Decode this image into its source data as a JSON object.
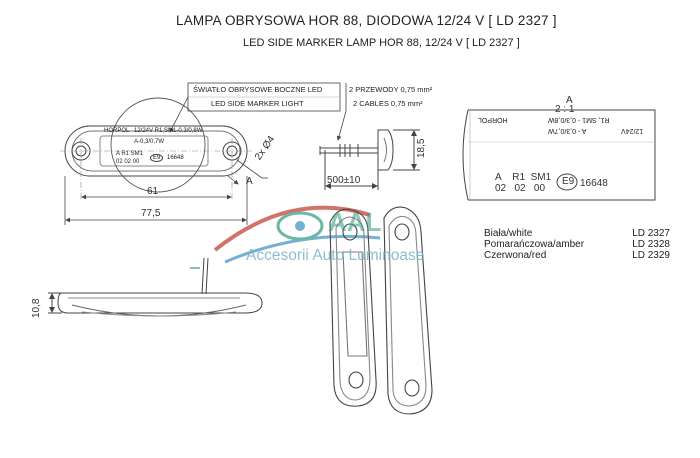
{
  "header": {
    "title": "LAMPA OBRYSOWA HOR 88, DIODOWA 12/24 V [ LD 2327 ]",
    "subtitle": "LED SIDE MARKER LAMP HOR 88, 12/24 V [ LD 2327 ]"
  },
  "callouts": {
    "marker_light_pl": "ŚWIATŁO OBRYSOWE BOCZNE LED",
    "marker_light_en": "LED SIDE MARKER LIGHT",
    "cables_pl": "2 PRZEWODY 0,75 mm²",
    "cables_en": "2 CABLES 0,75 mm²"
  },
  "dimensions": {
    "inner_width": "61",
    "overall_width": "77,5",
    "height": "18,5",
    "cable_length": "500±10",
    "holes": "2x Ø4",
    "thickness": "10,8",
    "detail_marker": "A"
  },
  "detail": {
    "label": "A",
    "scale": "2 : 1",
    "row_a": "A    R1  SM1",
    "row_b": "02   02   00",
    "approval": "E9",
    "approval_no": "16648",
    "mirror_1": "HORPOL",
    "mirror_2": "R1, SM1 - 0,3/0,8W",
    "mirror_3": "A - 0,3/0,7W",
    "mirror_4": "12/24V"
  },
  "lens_marking": {
    "brand": "HORPOL",
    "line1": "12/24V  R1,SM1-0,3/0,8W",
    "line2": "A-0,3/0,7W",
    "line3": "A  R1 SM1",
    "line4": "02 02 00",
    "approval": "E9",
    "approval_no": "16648"
  },
  "variants": [
    {
      "name": "Biała/white",
      "code": "LD 2327"
    },
    {
      "name": "Pomarańczowa/amber",
      "code": "LD 2328"
    },
    {
      "name": "Czerwona/red",
      "code": "LD 2329"
    }
  ],
  "watermark": {
    "logo": "AAL",
    "text": "Accesorii Auto Luminoase"
  },
  "colors": {
    "line": "#444444",
    "watermark_red": "#c0392b",
    "watermark_teal": "#2f9a7d",
    "watermark_blue": "#3b8fc0"
  }
}
